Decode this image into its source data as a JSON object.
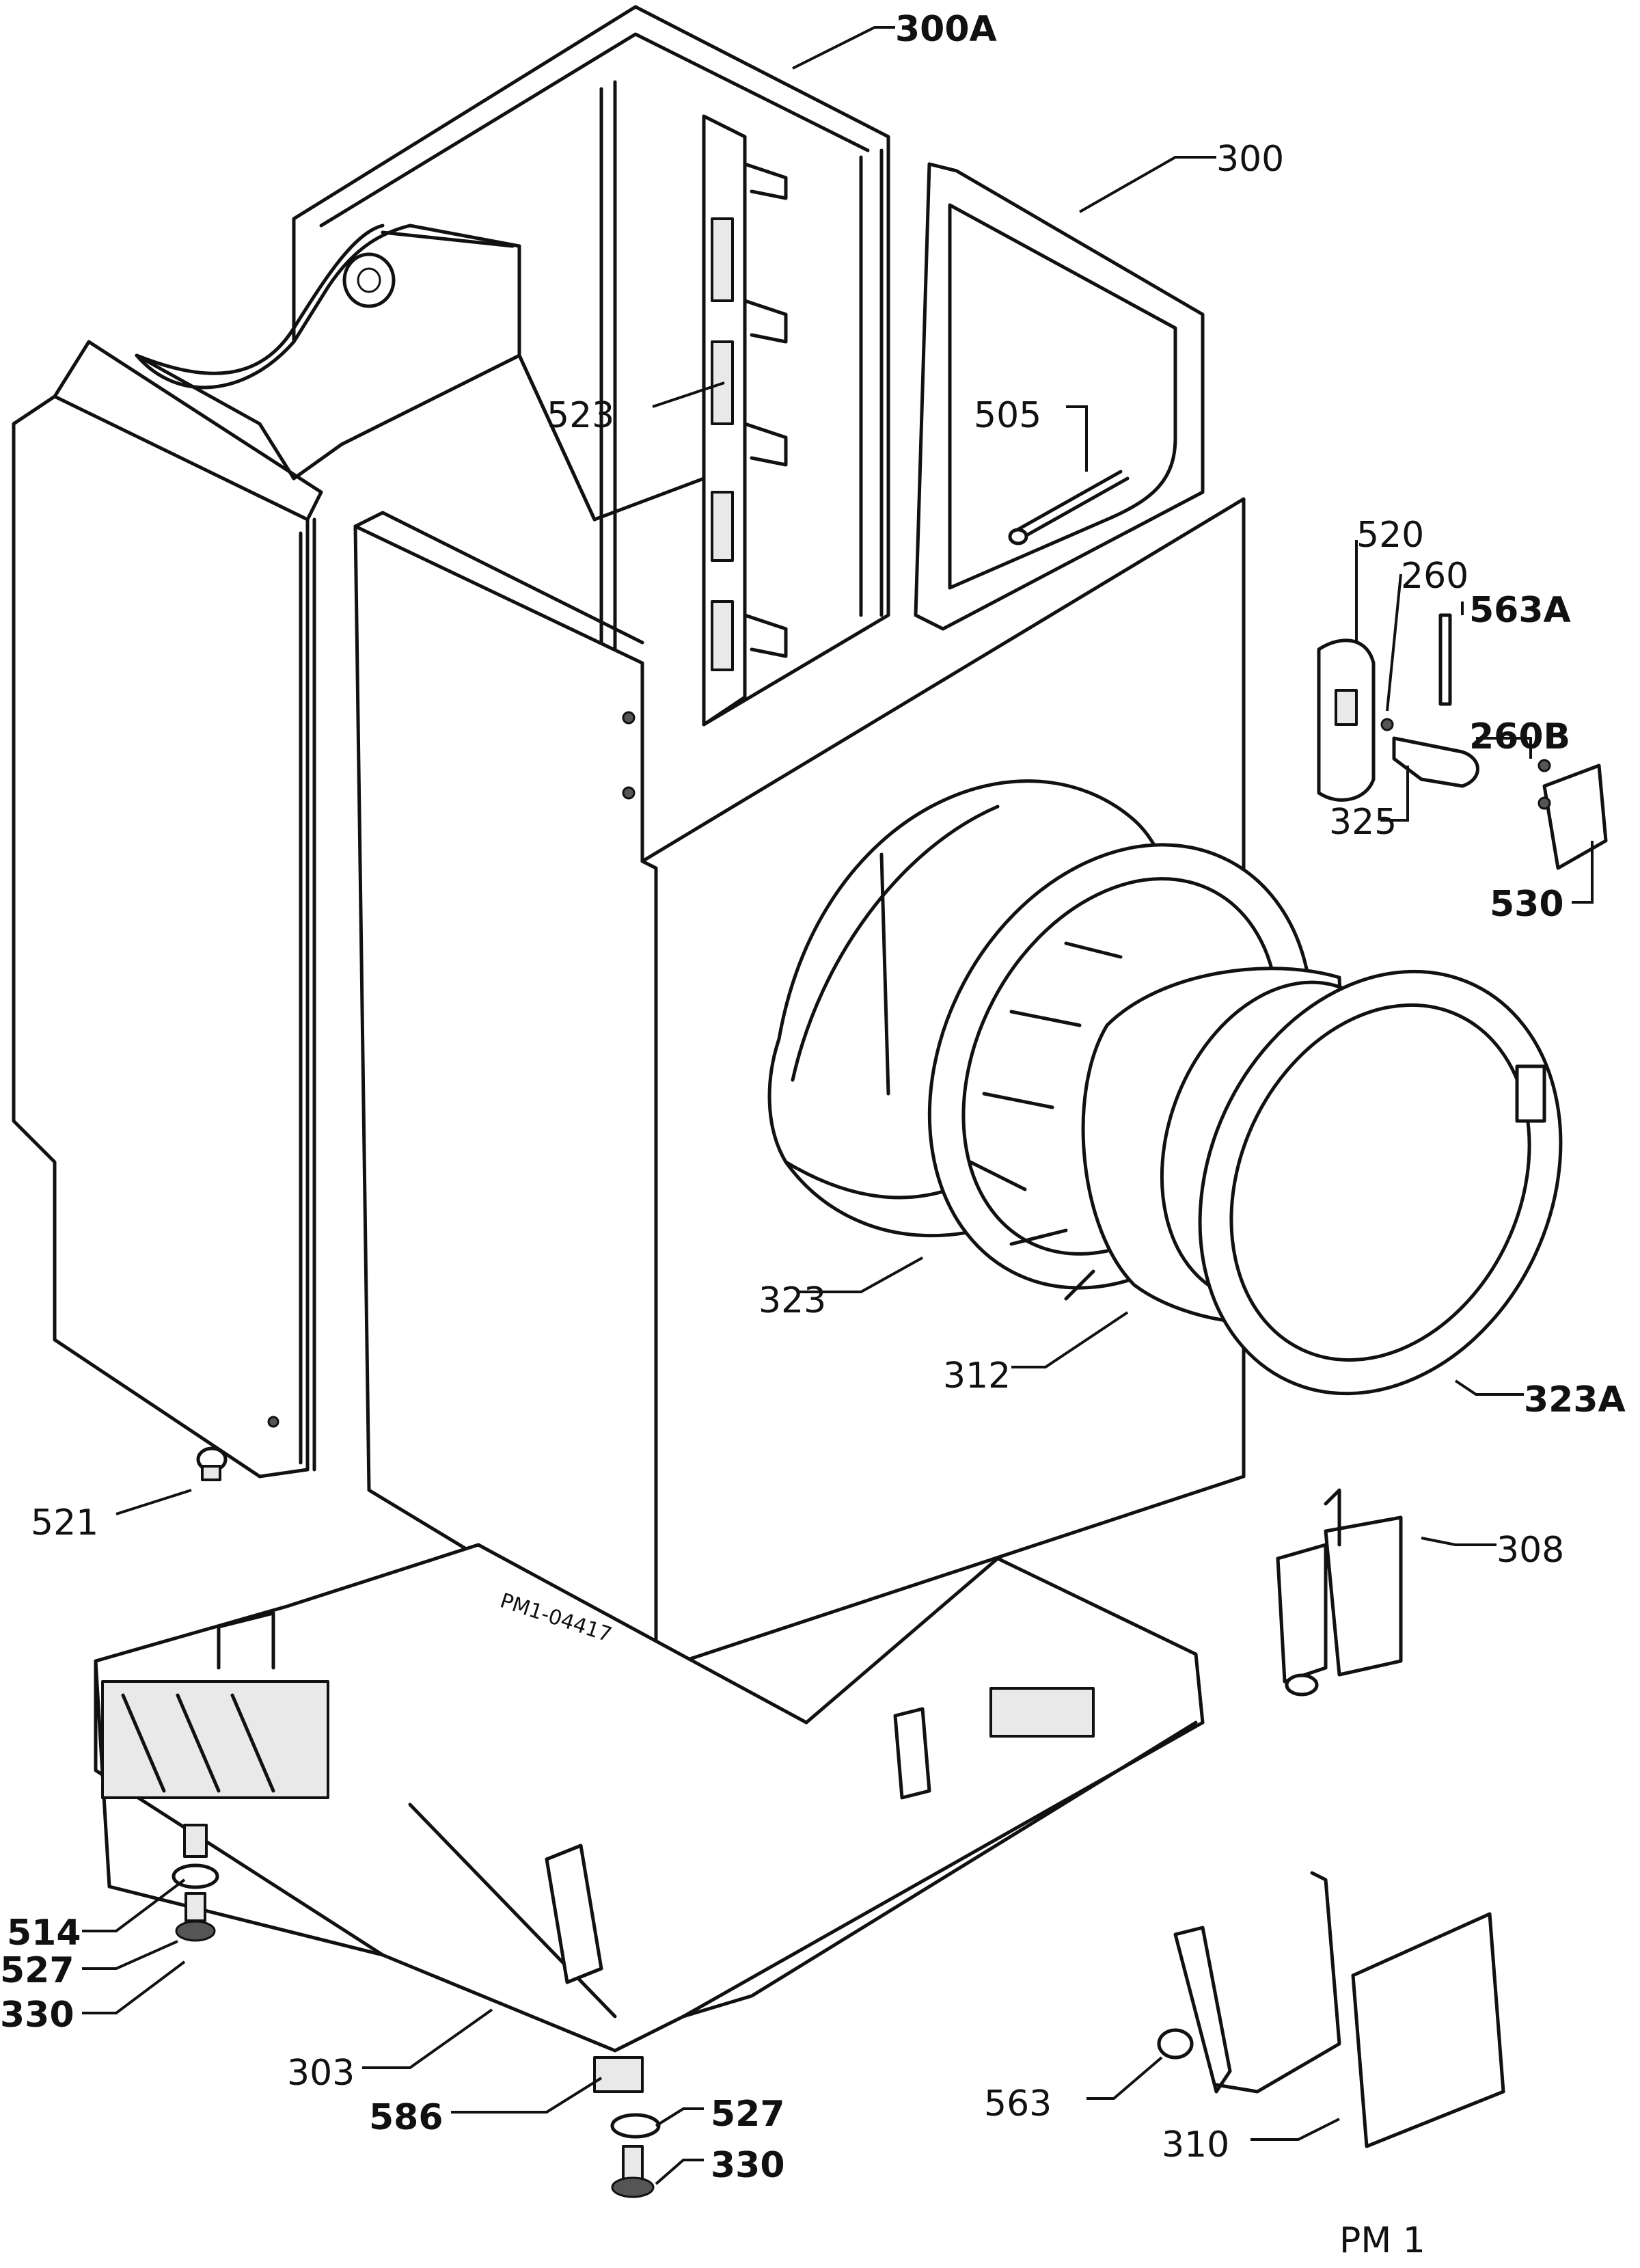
{
  "diagram": {
    "stamp": "PM1-04417",
    "page_code": "PM 1",
    "labels": {
      "l300A": "300A",
      "l300": "300",
      "l523": "523",
      "l505": "505",
      "l520": "520",
      "l260": "260",
      "l563A": "563A",
      "l260B": "260B",
      "l325": "325",
      "l530": "530",
      "l323": "323",
      "l312": "312",
      "l323A": "323A",
      "l521": "521",
      "l308": "308",
      "l514": "514",
      "l527a": "527",
      "l330a": "330",
      "l303": "303",
      "l586": "586",
      "l527b": "527",
      "l330b": "330",
      "l563": "563",
      "l310": "310"
    }
  }
}
